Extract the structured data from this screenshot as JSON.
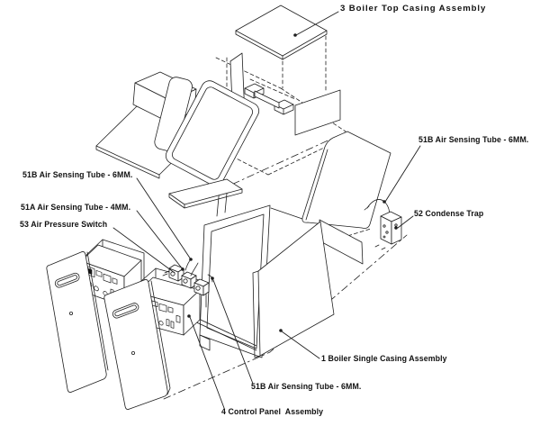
{
  "figure": {
    "type": "exploded-parts-diagram",
    "subject": "Boiler casing exploded assembly drawing",
    "background_color": "#ffffff",
    "line_color": "#1f1f1f",
    "labels": {
      "top_casing": "3 Boiler Top Casing Assembly",
      "air_tube_right": "51B Air Sensing Tube - 6MM.",
      "condense_trap": "52 Condense Trap",
      "air_tube_left_6mm": "51B Air Sensing Tube - 6MM.",
      "air_tube_left_4mm": "51A Air Sensing Tube - 4MM.",
      "air_pressure_switch": "53 Air Pressure Switch",
      "single_casing": "1 Boiler Single Casing Assembly",
      "air_tube_bottom": "51B Air Sensing Tube - 6MM.",
      "control_panel": "4 Control Panel  Assembly"
    }
  }
}
